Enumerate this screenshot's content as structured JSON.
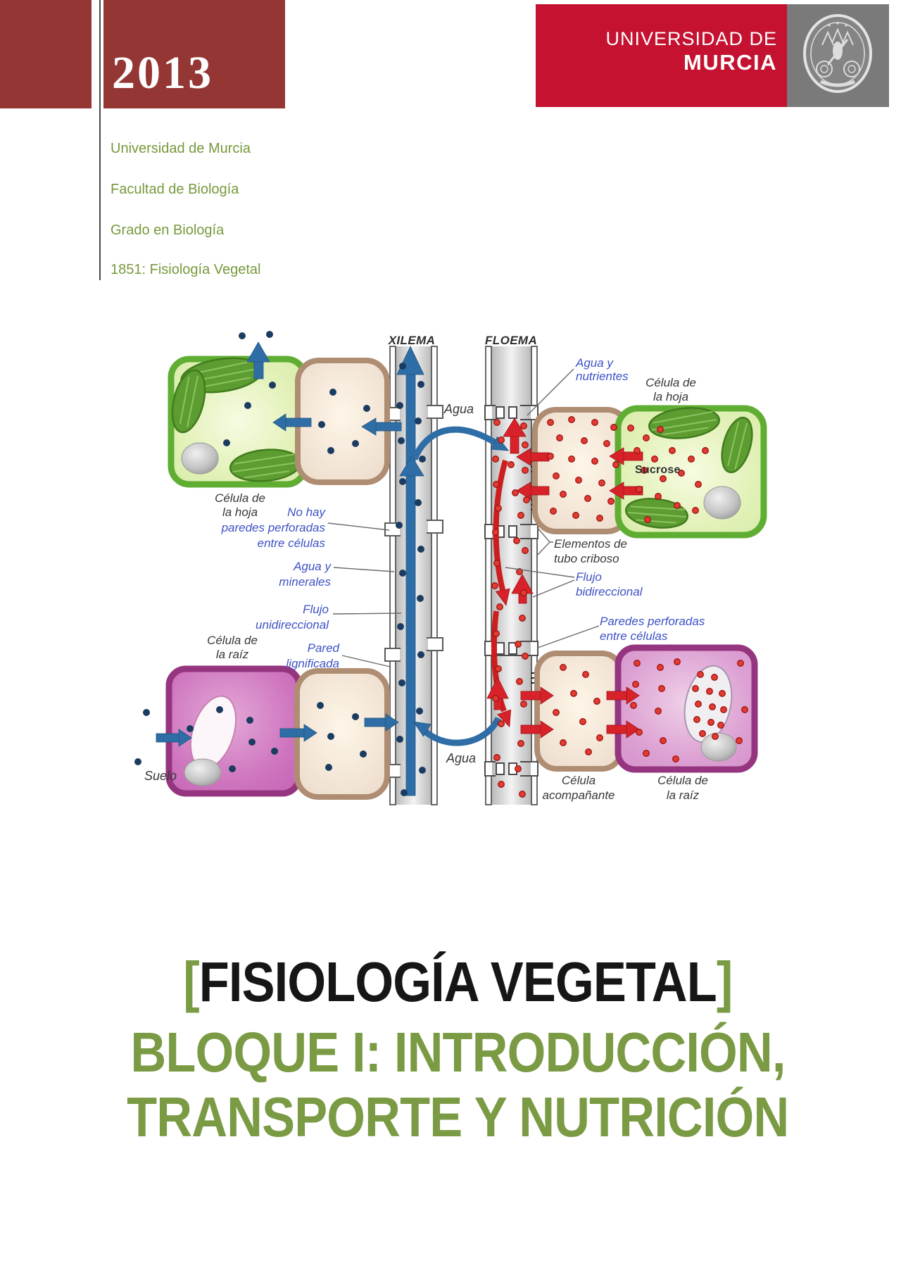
{
  "header": {
    "year": "2013",
    "university_banner": {
      "line1": "UNIVERSIDAD DE",
      "line2": "MURCIA"
    },
    "info_lines": [
      "Universidad de Murcia",
      "Facultad de Biología",
      "Grado en Biología",
      "1851: Fisiología Vegetal"
    ]
  },
  "diagram": {
    "column_labels": {
      "xylem": "XILEMA",
      "phloem": "FLOEMA"
    },
    "labels": {
      "agua_top": "Agua",
      "agua_nutrientes": [
        "Agua y",
        "nutrientes"
      ],
      "celula_hoja_right": [
        "Célula de",
        "la hoja"
      ],
      "sucrose": "Sucrose",
      "celula_hoja_left": [
        "Célula de",
        "la hoja"
      ],
      "no_hay": [
        "No hay",
        "paredes perforadas",
        "entre células"
      ],
      "agua_minerales": [
        "Agua y",
        "minerales"
      ],
      "flujo_unidireccional": [
        "Flujo",
        "unidireccional"
      ],
      "pared_lignificada": [
        "Pared",
        "lignificada"
      ],
      "celula_raiz_left": [
        "Célula de",
        "la raíz"
      ],
      "elementos_tubo": [
        "Elementos de",
        "tubo criboso"
      ],
      "flujo_bidireccional": [
        "Flujo",
        "bidireccional"
      ],
      "paredes_perforadas": [
        "Paredes perforadas",
        "entre células"
      ],
      "suelo": "Suelo",
      "agua_bottom": "Agua",
      "celula_acompanante": [
        "Célula",
        "acompañante"
      ],
      "celula_raiz_right": [
        "Célula de",
        "la raíz"
      ]
    }
  },
  "title": {
    "bracket_open": "[",
    "line1": "FISIOLOGÍA VEGETAL",
    "line2": "BLOQUE I: INTRODUCCIÓN,",
    "line3": "TRANSPORTE Y NUTRICIÓN",
    "bracket_close": "]"
  },
  "colors": {
    "maroon": "#943634",
    "banner_red": "#C41230",
    "banner_gray": "#7A7A7A",
    "info_green": "#78993D",
    "title_green": "#7A9B44",
    "label_blue": "#3D52C5",
    "arrow_blue": "#2F6DA6",
    "arrow_red": "#D8222A",
    "navy_dot": "#1B3B61"
  }
}
